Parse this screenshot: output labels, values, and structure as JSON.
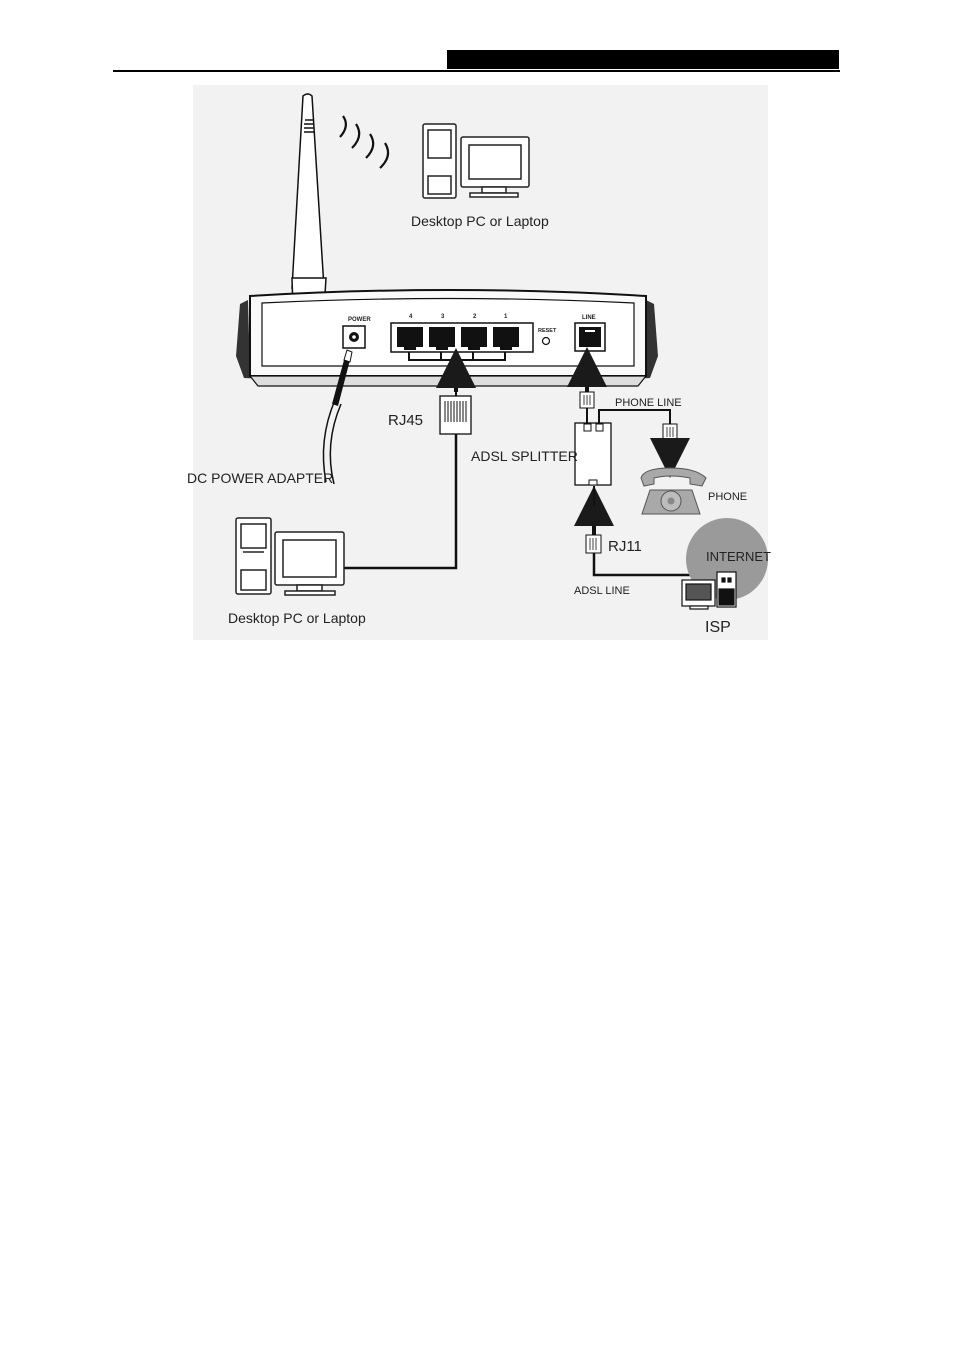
{
  "header": {
    "title_bar_text": ""
  },
  "labels": {
    "top_pc": "Desktop PC or Laptop",
    "bottom_pc": "Desktop PC or Laptop",
    "power": "POWER",
    "port_4": "4",
    "port_3": "3",
    "port_2": "2",
    "port_1": "1",
    "reset": "RESET",
    "line": "LINE",
    "rj45": "RJ45",
    "phone_line": "PHONE LINE",
    "adsl_splitter": "ADSL SPLITTER",
    "dc_power_adapter": "DC POWER ADAPTER",
    "phone": "PHONE",
    "rj11": "RJ11",
    "internet": "INTERNET",
    "adsl_line": "ADSL LINE",
    "isp": "ISP"
  },
  "colors": {
    "panel_bg": "#efefef",
    "device_fill": "#f4f4f4",
    "line_dark": "#1a1a1a",
    "internet_cloud": "#9a9a9a",
    "phone_gray": "#a9a9a9"
  },
  "icons": [
    "antenna-icon",
    "wifi-waves-icon",
    "desktop-pc-icon",
    "router-icon",
    "rj45-plug-icon",
    "rj11-plug-icon",
    "adsl-splitter-icon",
    "telephone-icon",
    "internet-cloud-icon",
    "isp-server-icon",
    "arrow-icon"
  ]
}
